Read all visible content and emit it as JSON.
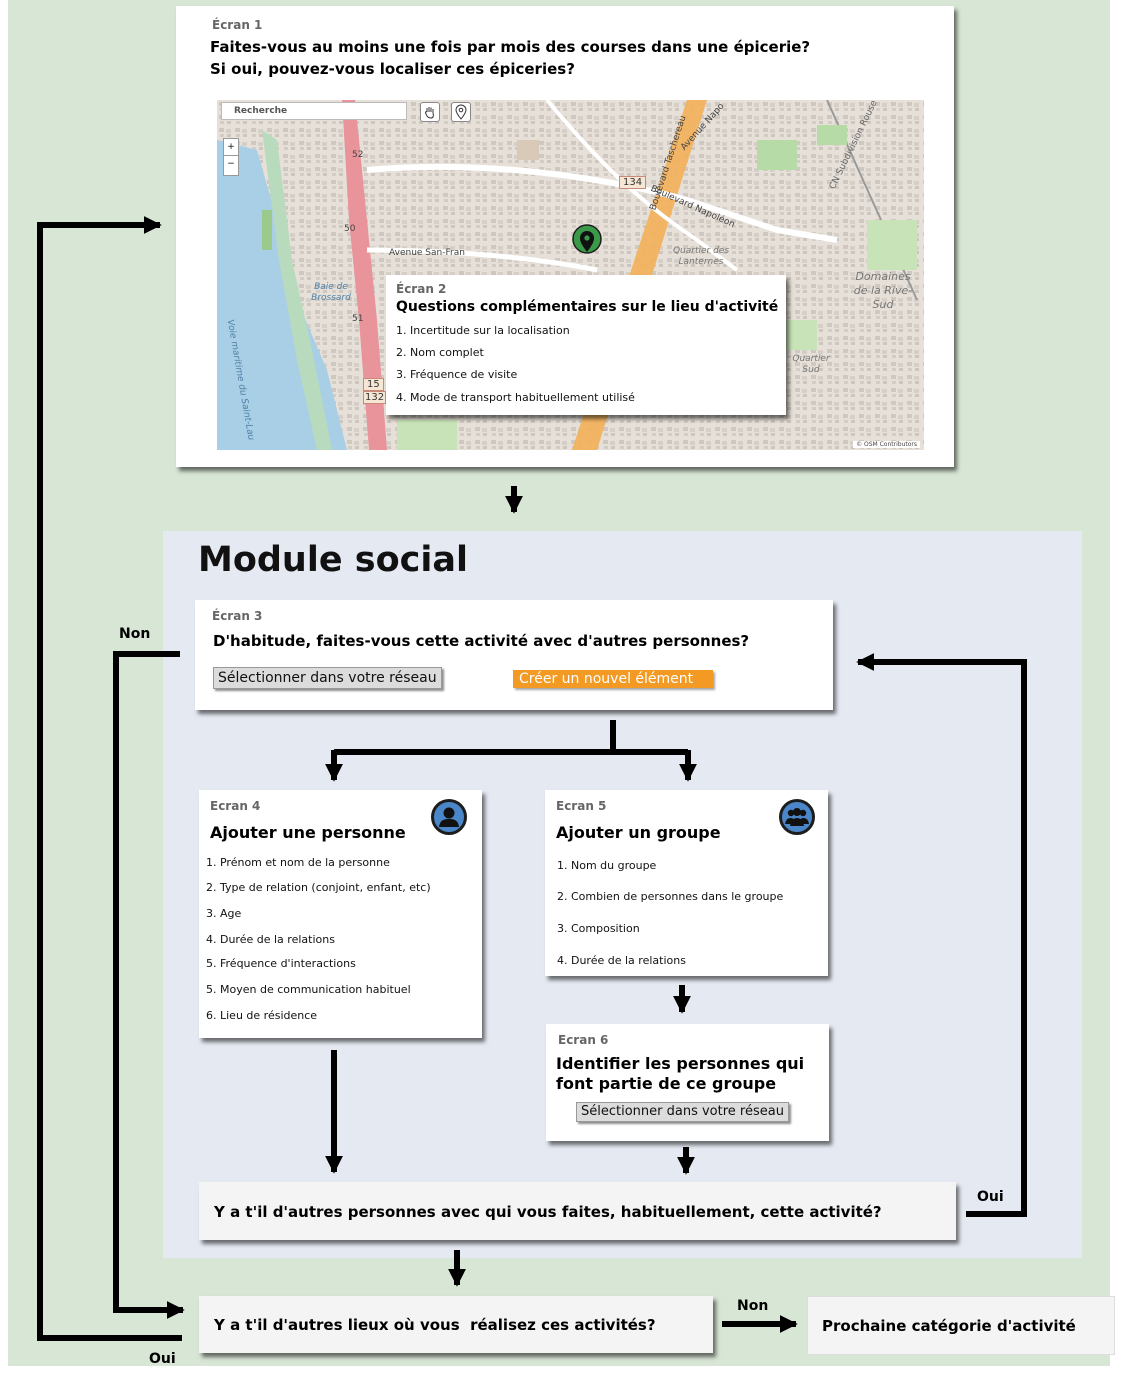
{
  "screen1": {
    "label": "Écran 1",
    "question_line1": "Faites-vous au moins une fois par mois des courses dans une épicerie?",
    "question_line2": "Si oui, pouvez-vous localiser ces épiceries?",
    "map": {
      "search_label": "Recherche",
      "zoom_in": "+",
      "zoom_out": "−",
      "credit": "© OSM Contributors",
      "places": {
        "baie": "Baie de Brossard",
        "voie": "Voie maritime du Saint-Lau",
        "domaines": "Domaines de la Rive-Sud",
        "quartier_lanternes": "Quartier des Lanternes",
        "quartier_sud": "Quartier Sud",
        "avenue_san": "Avenue San-Fran",
        "bd_napoleon": "Boulevard Napoléon",
        "bd_taschereau": "Boulevard Taschereau",
        "avenue_napo": "Avenue Napo",
        "cn_subdivision": "CN Subdivision Rouse"
      },
      "route_badges": [
        "134",
        "15",
        "132",
        "52",
        "50",
        "51"
      ]
    }
  },
  "screen2": {
    "label": "Écran 2",
    "title": "Questions complémentaires sur le lieu d'activité",
    "items": [
      "1. Incertitude sur la localisation",
      "2. Nom complet",
      "3. Fréquence de visite",
      "4. Mode de transport habituellement utilisé"
    ]
  },
  "module": {
    "title": "Module social"
  },
  "screen3": {
    "label": "Écran 3",
    "question": "D'habitude, faites-vous cette activité avec d'autres personnes?",
    "btn_select": "Sélectionner dans votre réseau",
    "btn_create": "Créer un nouvel élément"
  },
  "screen4": {
    "label": "Ecran 4",
    "title": "Ajouter une personne",
    "icon": "person-icon",
    "items": [
      "1. Prénom et nom de la personne",
      "2. Type de relation (conjoint, enfant, etc)",
      "3. Age",
      "4. Durée de la relations",
      "5. Fréquence d'interactions",
      "5. Moyen de communication habituel",
      "6. Lieu de résidence"
    ]
  },
  "screen5": {
    "label": "Ecran 5",
    "title": "Ajouter un groupe",
    "icon": "group-icon",
    "items": [
      "1. Nom du groupe",
      "2. Combien de personnes dans le groupe",
      "3. Composition",
      "4. Durée de la relations"
    ]
  },
  "screen6": {
    "label": "Ecran 6",
    "title_line1": "Identifier les personnes qui",
    "title_line2": "font partie de ce groupe",
    "btn_select": "Sélectionner dans votre réseau"
  },
  "q_others": {
    "text": "Y a t'il d'autres personnes avec qui vous faites, habituellement, cette activité?"
  },
  "q_places": {
    "text": "Y a t'il d'autres lieux où vous  réalisez ces activités?"
  },
  "next": {
    "text": "Prochaine catégorie d'activité"
  },
  "flow_labels": {
    "non": "Non",
    "oui": "Oui"
  },
  "colors": {
    "background": "#d8e6d6",
    "module_bg": "#e5eaf2",
    "orange_button": "#f39a24",
    "icon_blue": "#4a86c8",
    "marker_green": "#3a9a4a"
  }
}
